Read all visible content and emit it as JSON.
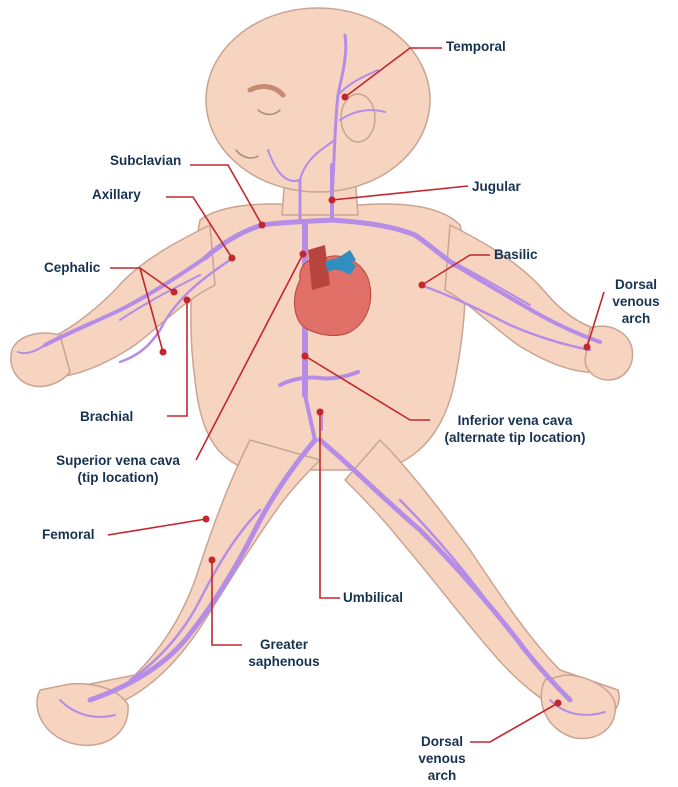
{
  "labels": {
    "temporal": "Temporal",
    "subclavian": "Subclavian",
    "axillary": "Axillary",
    "jugular": "Jugular",
    "basilic": "Basilic",
    "cephalic": "Cephalic",
    "dorsal_arch_hand": [
      "Dorsal",
      "venous",
      "arch"
    ],
    "brachial": "Brachial",
    "inferior_vena_cava": [
      "Inferior vena cava",
      "(alternate tip location)"
    ],
    "superior_vena_cava": [
      "Superior vena cava",
      "(tip location)"
    ],
    "femoral": "Femoral",
    "umbilical": "Umbilical",
    "greater_saphenous": [
      "Greater",
      "saphenous"
    ],
    "dorsal_arch_foot": [
      "Dorsal",
      "venous",
      "arch"
    ]
  },
  "colors": {
    "skin": "#f7d4c0",
    "skin_outline": "#c9a493",
    "vein": "#b58de6",
    "heart_red": "#e07068",
    "heart_dark": "#b8443f",
    "heart_blue": "#2f8fc1",
    "leader": "#c2272d",
    "label_text": "#17324f"
  },
  "icons": {
    "heart": "heart-icon"
  }
}
